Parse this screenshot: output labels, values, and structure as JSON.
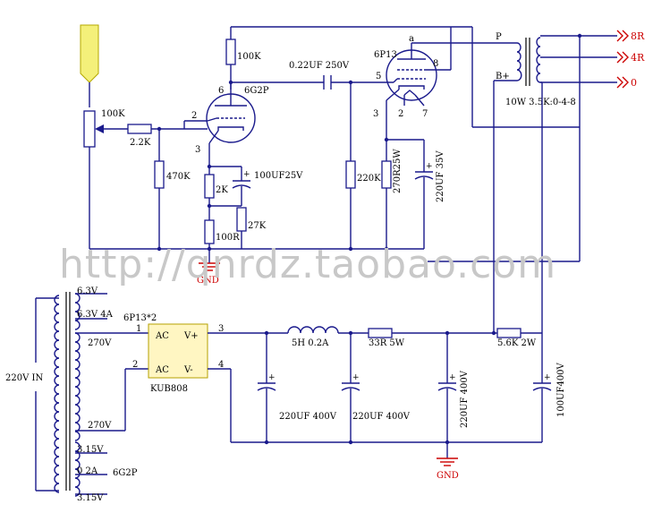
{
  "watermark": "http://qnrdz.taobao.com",
  "volume_pot": {
    "label": "100K"
  },
  "input_stage": {
    "grid_resistor": "2.2K",
    "grid_leak": "470K",
    "pin_grid": "2",
    "tube_name": "6G2P",
    "pin_plate": "6",
    "pin_cathode": "3",
    "plate_load": "100K",
    "cathode_bypass_cap": "100UF25V",
    "cathode_resistor_2k": "2K",
    "cathode_resistor_100r": "100R",
    "feedback_resistor": "27K"
  },
  "coupling_cap": "0.22UF 250V",
  "output_stage": {
    "tube_name": "6P13",
    "pin_a": "a",
    "pin_8": "8",
    "pin_5": "5",
    "pin_3": "3",
    "pin_2": "2",
    "pin_7": "7",
    "grid_leak": "220K",
    "cathode_resistor": "270R25W",
    "cathode_cap": "220UF 35V"
  },
  "output_transformer": {
    "primary_p": "P",
    "primary_b": "B+",
    "spec": "10W 3.5K:0-4-8",
    "taps": [
      "8R",
      "4R",
      "0"
    ]
  },
  "gnd_top": "GND",
  "gnd_bottom": "GND",
  "power_transformer": {
    "input": "220V IN",
    "windings": [
      "6.3V",
      "6.3V 4A",
      "270V",
      "270V",
      "3.15V",
      "0  2A",
      "3.15V"
    ],
    "heater_note_top": "6P13*2",
    "heater_note_bottom": "6G2P"
  },
  "rectifier": {
    "name": "KUB808",
    "pin1": "1",
    "pin2": "2",
    "pin3": "3",
    "pin4": "4",
    "ac1": "AC",
    "ac2": "AC",
    "vplus": "V+",
    "vminus": "V-"
  },
  "filter": {
    "choke": "5H 0.2A",
    "r1": "33R 5W",
    "r2": "5.6K 2W",
    "c1": "220UF 400V",
    "c2": "220UF 400V",
    "c3": "220UF 400V",
    "c4": "100UF400V"
  }
}
